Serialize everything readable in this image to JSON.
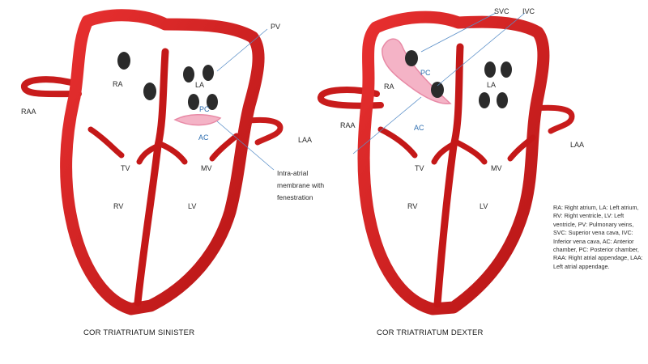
{
  "colors": {
    "heart": "#d41f1f",
    "heart_dark": "#9e1010",
    "membrane": "#f4b3c6",
    "label_blue": "#2f6fb0",
    "vein_dot": "#2b2b2b"
  },
  "left_heart": {
    "caption": "COR TRIATRIATUM SINISTER",
    "labels": {
      "pv": "PV",
      "ra": "RA",
      "la": "LA",
      "pc": "PC",
      "ac": "AC",
      "raa": "RAA",
      "laa": "LAA",
      "tv": "TV",
      "mv": "MV",
      "rv": "RV",
      "lv": "LV"
    },
    "membrane_note": [
      "Intra-atrial",
      "membrane with",
      "fenestration"
    ]
  },
  "right_heart": {
    "caption": "COR TRIATRIATUM DEXTER",
    "labels": {
      "svc": "SVC",
      "ivc": "IVC",
      "ra": "RA",
      "pc": "PC",
      "la": "LA",
      "raa": "RAA",
      "ac": "AC",
      "laa": "LAA",
      "tv": "TV",
      "mv": "MV",
      "rv": "RV",
      "lv": "LV"
    }
  },
  "abbreviations": "RA: Right atrium, LA: Left atrium, RV: Right ventricle, LV: Left ventricle, PV: Pulmonary veins, SVC: Superior vena cava, IVC: Inferior vena cava, AC: Anterior chamber, PC: Posterior chamber, RAA: Right atrial appendage, LAA: Left atrial appendage."
}
